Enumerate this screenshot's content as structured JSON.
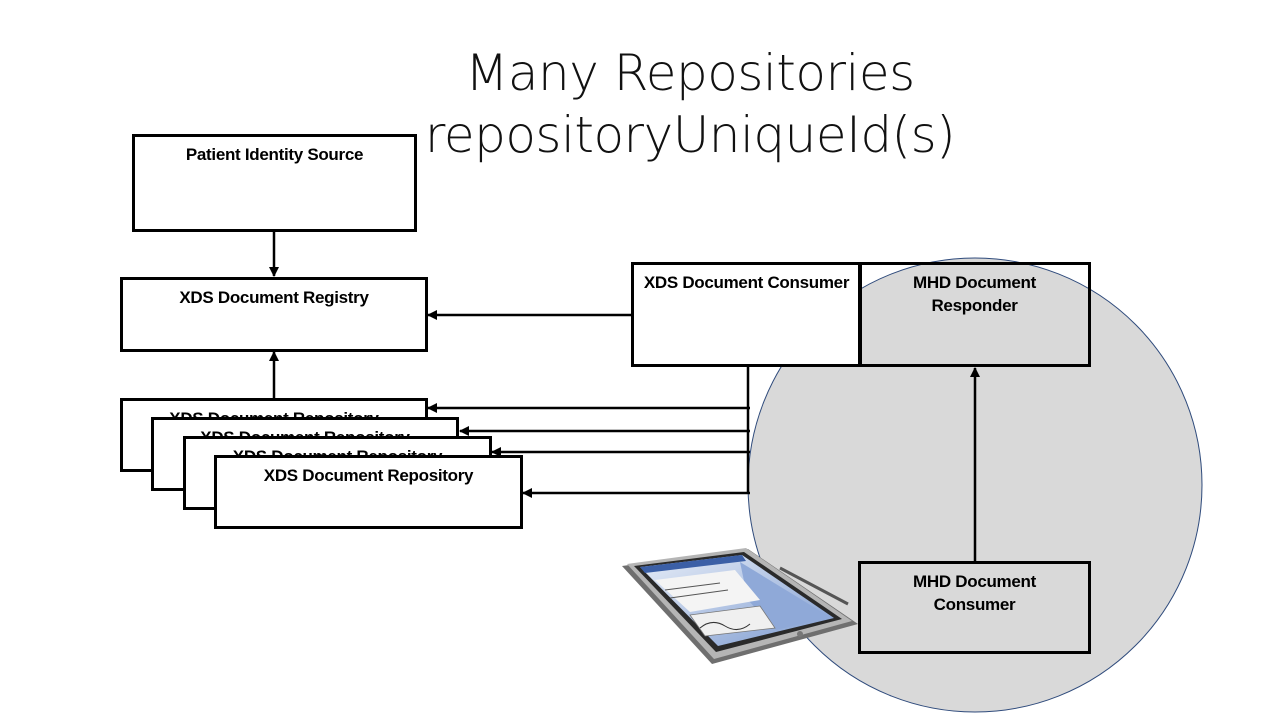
{
  "title": {
    "line1": "Many Repositories",
    "line2": "repositoryUniqueId(s)"
  },
  "actors": {
    "patient_identity_source": "Patient Identity Source",
    "xds_registry": "XDS Document Registry",
    "xds_repository": "XDS Document Repository",
    "xds_consumer": "XDS Document Consumer",
    "mhd_responder": "MHD Document Responder",
    "mhd_consumer": "MHD Document Consumer"
  },
  "colors": {
    "circle_fill": "#d9d9d9",
    "circle_stroke": "#2f4b7c",
    "box_border": "#000000"
  },
  "icons": [
    "tablet-device-icon"
  ]
}
